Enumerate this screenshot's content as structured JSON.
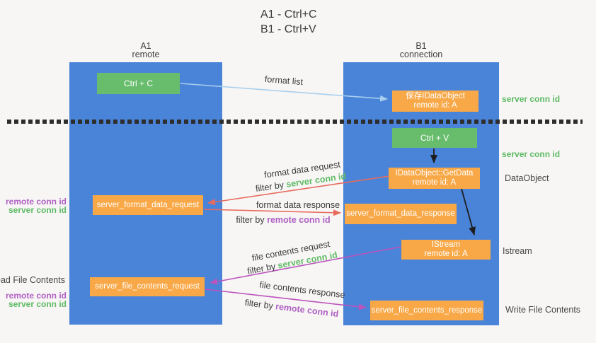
{
  "title": {
    "line1": "A1 - Ctrl+C",
    "line2": "B1 - Ctrl+V"
  },
  "lifelines": {
    "a1": {
      "title": "A1",
      "subtitle": "remote"
    },
    "b1": {
      "title": "B1",
      "subtitle": "connection"
    }
  },
  "nodes": {
    "ctrl_c": {
      "label": "Ctrl + C"
    },
    "save_idataobject": {
      "line1": "保存IDataObject",
      "line2": "remote id: A"
    },
    "ctrl_v": {
      "label": "Ctrl + V"
    },
    "getdata": {
      "line1": "IDataObject::GetData",
      "line2": "remote id: A"
    },
    "istream": {
      "line1": "IStream",
      "line2": "remote id: A"
    },
    "format_request": {
      "label": "server_format_data_request"
    },
    "format_response": {
      "label": "server_format_data_response"
    },
    "file_request": {
      "label": "server_file_contents_request"
    },
    "file_response": {
      "label": "server_file_contents_response"
    }
  },
  "edge_labels": {
    "format_list": "format list",
    "format_data_request": "format data request",
    "format_data_response": "format data response",
    "file_contents_request": "file contents request",
    "file_contents_response": "file contents response",
    "filter_by": "filter by ",
    "server_conn_id": "server conn id",
    "remote_conn_id": "remote conn id"
  },
  "side_labels": {
    "right": {
      "server_conn_id_top": "server conn id",
      "server_conn_id_mid": "server conn id",
      "dataobject": "DataObject",
      "istream": "Istream",
      "write_file_contents": "Write File Contents"
    },
    "left": {
      "remote_conn_id_top": "remote conn id",
      "server_conn_id_top": "server conn id",
      "read_file_contents": "Read File Contents",
      "remote_conn_id_bottom": "remote conn id",
      "server_conn_id_bottom": "server conn id"
    }
  },
  "colors": {
    "lifeline_blue": "#4a84d8",
    "node_green": "#68bd6c",
    "node_orange": "#f8a847",
    "arrow_lightblue": "#a8cfee",
    "arrow_red": "#e96a5e",
    "arrow_magenta": "#bb54bd",
    "arrow_black": "#1d1d1d",
    "text_green": "#5fba66",
    "text_purple": "#af5fc4",
    "text_dark": "#3b3b3b"
  }
}
